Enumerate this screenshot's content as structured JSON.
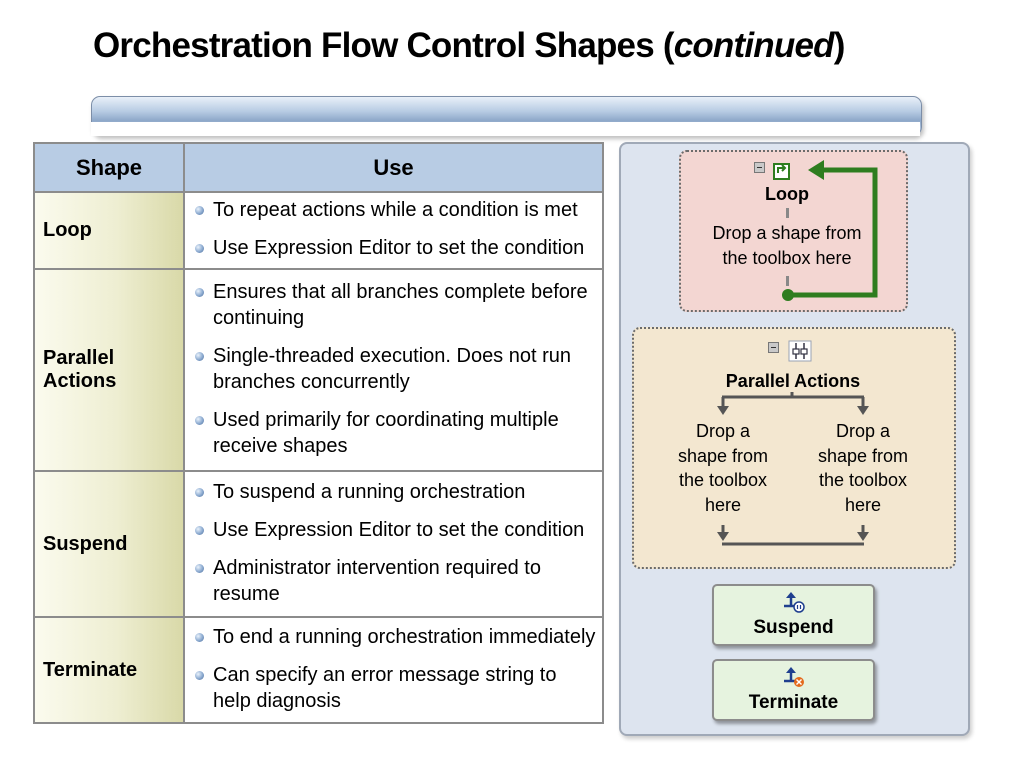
{
  "title": {
    "main": "Orchestration Flow Control Shapes (",
    "italic": "continued",
    "close": ")"
  },
  "table": {
    "headers": {
      "shape": "Shape",
      "use": "Use"
    },
    "rows": [
      {
        "shape": "Loop",
        "uses": [
          "To repeat actions while a condition is met",
          "Use Expression Editor to set the condition"
        ]
      },
      {
        "shape": "Parallel Actions",
        "uses": [
          "Ensures that all branches complete before continuing",
          "Single-threaded execution.  Does not run branches concurrently",
          "Used primarily for coordinating multiple receive shapes"
        ]
      },
      {
        "shape": "Suspend",
        "uses": [
          "To suspend a running orchestration",
          "Use Expression Editor to set the condition",
          "Administrator intervention required to resume"
        ]
      },
      {
        "shape": "Terminate",
        "uses": [
          "To end a running orchestration immediately",
          "Can specify an error message string to help diagnosis"
        ]
      }
    ]
  },
  "diagram": {
    "loop": {
      "title": "Loop",
      "drop_line1": "Drop a shape from",
      "drop_line2": "the toolbox here",
      "icon": "loop-icon"
    },
    "parallel": {
      "title": "Parallel Actions",
      "left_drop": [
        "Drop a",
        "shape from",
        "the toolbox",
        "here"
      ],
      "right_drop": [
        "Drop a",
        "shape from",
        "the toolbox",
        "here"
      ],
      "icon": "parallel-actions-icon"
    },
    "suspend": {
      "label": "Suspend",
      "icon": "suspend-icon"
    },
    "terminate": {
      "label": "Terminate",
      "icon": "terminate-icon"
    }
  },
  "colors": {
    "header_fill": "#b8cce4",
    "shape_cell_fill": "#eeeed2",
    "loop_fill": "#f3d6d2",
    "parallel_fill": "#f3e7d0",
    "button_fill": "#e6f3df",
    "loop_arrow": "#2e7d1f",
    "panel_fill": "#dde4ef"
  }
}
